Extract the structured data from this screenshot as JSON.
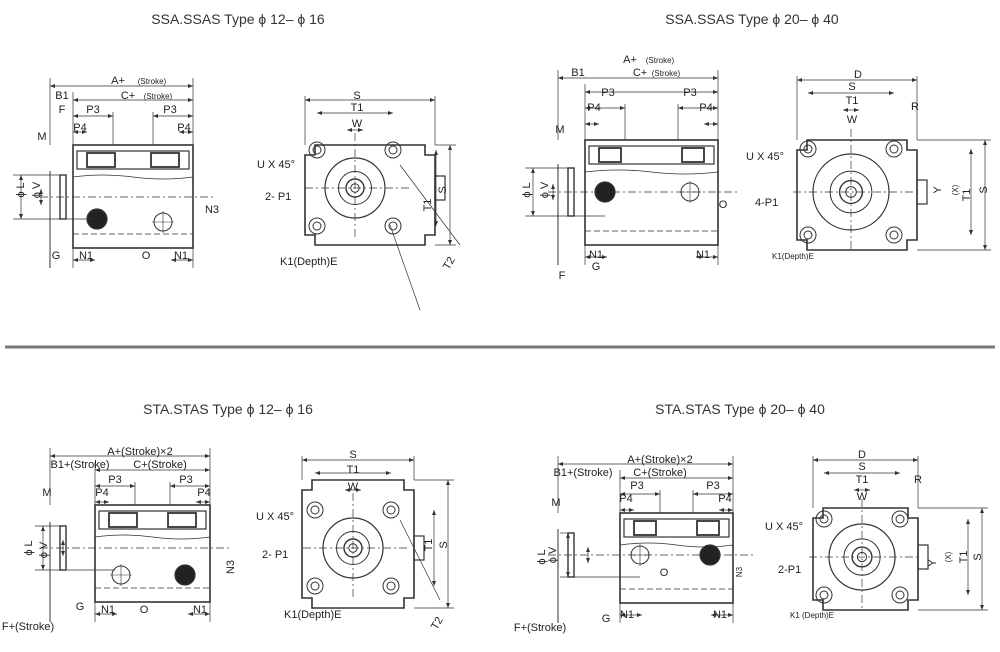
{
  "panels": [
    {
      "title": "SSA.SSAS Type ϕ 12– ϕ 16",
      "side_labels": [
        "A+",
        "(Stroke)",
        "B1",
        "C+",
        "(Stroke)",
        "F",
        "P3",
        "P3",
        "P4",
        "P4",
        "M",
        "ϕ L",
        "ϕ V",
        "N3",
        "G",
        "N1",
        "O",
        "N1"
      ],
      "front_labels": [
        "S",
        "T1",
        "W",
        "U X 45°",
        "2- P1",
        "K1(Depth)E",
        "T1",
        "S",
        "T2"
      ]
    },
    {
      "title": "SSA.SSAS Type ϕ 20– ϕ 40",
      "side_labels": [
        "A+",
        "(Stroke)",
        "B1",
        "C+",
        "(Stroke)",
        "P3",
        "P3",
        "P4",
        "P4",
        "M",
        "ϕ L",
        "ϕ V",
        "O",
        "G",
        "F",
        "N1",
        "N1"
      ],
      "front_labels": [
        "D",
        "S",
        "T1",
        "W",
        "R",
        "U X 45°",
        "4-P1",
        "K1(Depth)E",
        "Y",
        "(X)",
        "T1",
        "S"
      ]
    },
    {
      "title": "STA.STAS Type ϕ 12– ϕ 16",
      "side_labels": [
        "A+(Stroke)×2",
        "B1+(Stroke)",
        "C+(Stroke)",
        "P3",
        "P3",
        "P4",
        "P4",
        "M",
        "ϕ L",
        "ϕ V",
        "N3",
        "G",
        "N1",
        "O",
        "N1",
        "F+(Stroke)"
      ],
      "front_labels": [
        "S",
        "T1",
        "W",
        "U X 45°",
        "2- P1",
        "K1(Depth)E",
        "T1",
        "S",
        "T2"
      ]
    },
    {
      "title": "STA.STAS Type ϕ 20– ϕ 40",
      "side_labels": [
        "A+(Stroke)×2",
        "B1+(Stroke)",
        "C+(Stroke)",
        "P3",
        "P3",
        "P4",
        "P4",
        "M",
        "ϕ L",
        "ϕ V",
        "O",
        "N3",
        "G",
        "N1",
        "N1",
        "F+(Stroke)"
      ],
      "front_labels": [
        "D",
        "S",
        "T1",
        "W",
        "R",
        "U X 45°",
        "2-P1",
        "K1 (Depth)E",
        "Y",
        "(X)",
        "T1",
        "S"
      ]
    }
  ]
}
